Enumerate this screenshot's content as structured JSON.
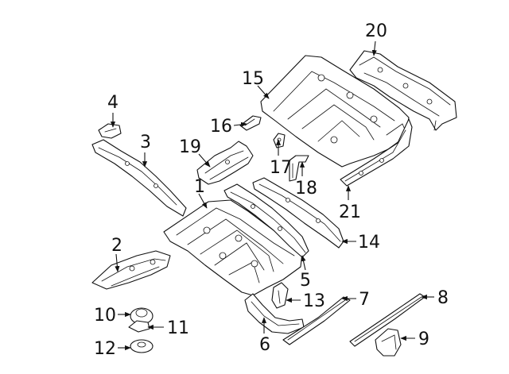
{
  "callouts": [
    {
      "id": "1",
      "label": "1"
    },
    {
      "id": "2",
      "label": "2"
    },
    {
      "id": "3",
      "label": "3"
    },
    {
      "id": "4",
      "label": "4"
    },
    {
      "id": "5",
      "label": "5"
    },
    {
      "id": "6",
      "label": "6"
    },
    {
      "id": "7",
      "label": "7"
    },
    {
      "id": "8",
      "label": "8"
    },
    {
      "id": "9",
      "label": "9"
    },
    {
      "id": "10",
      "label": "10"
    },
    {
      "id": "11",
      "label": "11"
    },
    {
      "id": "12",
      "label": "12"
    },
    {
      "id": "13",
      "label": "13"
    },
    {
      "id": "14",
      "label": "14"
    },
    {
      "id": "15",
      "label": "15"
    },
    {
      "id": "16",
      "label": "16"
    },
    {
      "id": "17",
      "label": "17"
    },
    {
      "id": "18",
      "label": "18"
    },
    {
      "id": "19",
      "label": "19"
    },
    {
      "id": "20",
      "label": "20"
    },
    {
      "id": "21",
      "label": "21"
    }
  ]
}
